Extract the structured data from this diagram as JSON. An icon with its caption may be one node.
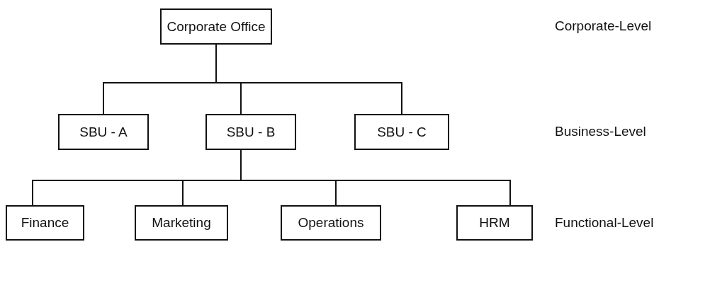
{
  "diagram": {
    "nodes": [
      {
        "text": [
          "Corporate Office"
        ]
      },
      {
        "text": [
          "SBU - A"
        ]
      },
      {
        "text": [
          "SBU - B"
        ]
      },
      {
        "text": [
          "SBU - C"
        ]
      },
      {
        "text": [
          "Finance"
        ]
      },
      {
        "text": [
          "Marketing"
        ]
      },
      {
        "text": [
          "Operations"
        ]
      },
      {
        "text": [
          "HRM"
        ]
      }
    ],
    "edges": [
      {
        "from": 0,
        "to": 1,
        "arrow": "none"
      },
      {
        "from": 0,
        "to": 2,
        "arrow": "none"
      },
      {
        "from": 0,
        "to": 3,
        "arrow": "none"
      },
      {
        "from": 2,
        "to": 4,
        "arrow": "none"
      },
      {
        "from": 2,
        "to": 5,
        "arrow": "none"
      },
      {
        "from": 2,
        "to": 6,
        "arrow": "none"
      },
      {
        "from": 2,
        "to": 7,
        "arrow": "none"
      }
    ],
    "labels": [
      "Corporate-Level",
      "Business-Level",
      "Functional-Level"
    ]
  }
}
